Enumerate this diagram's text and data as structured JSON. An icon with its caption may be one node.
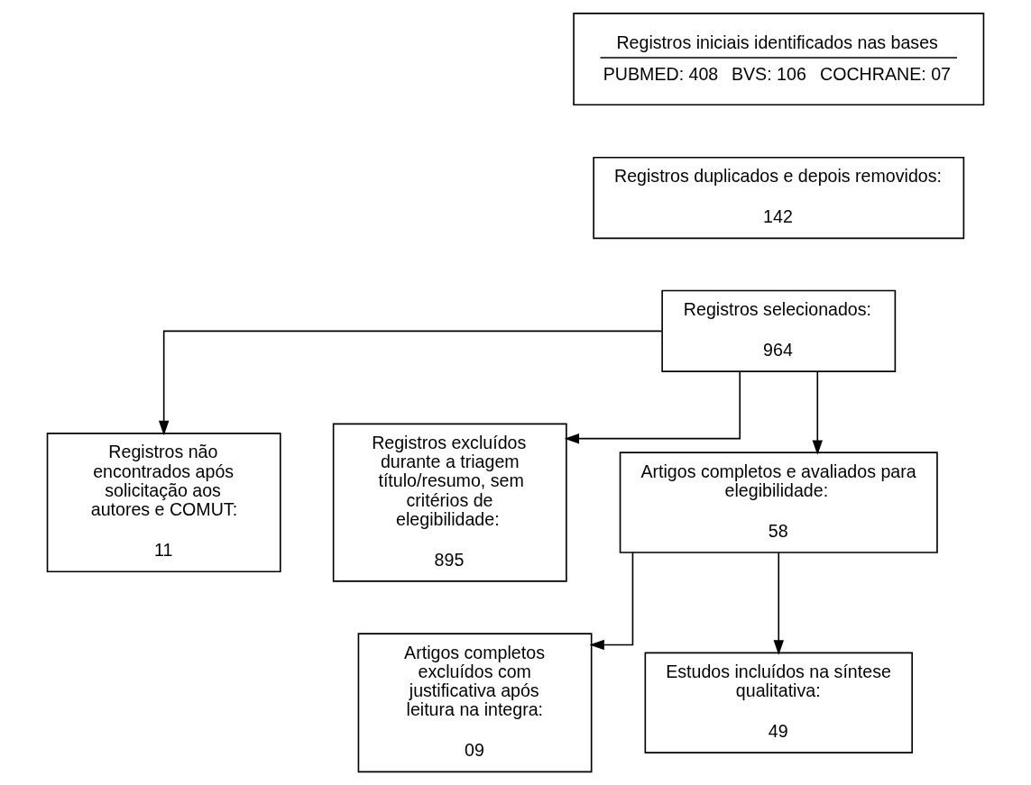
{
  "diagram": {
    "nodes": [
      {
        "text": [
          "Registros iniciais identificados nas bases",
          "PUBMED: 408",
          "BVS: 106",
          "COCHRANE: 07"
        ]
      },
      {
        "text": [
          "Registros duplicados e depois removidos:",
          "142"
        ]
      },
      {
        "text": [
          "Registros selecionados:",
          "964"
        ]
      },
      {
        "text": [
          "Registros não encontrados após solicitação aos autores e COMUT:",
          "11"
        ]
      },
      {
        "text": [
          "Registros excluídos durante a triagem título/resumo, sem critérios de elegibilidade:",
          "895"
        ]
      },
      {
        "text": [
          "Artigos completos e avaliados para elegibilidade:",
          "58"
        ]
      },
      {
        "text": [
          "Artigos completos excluídos com justificativa após leitura na integra:",
          "09"
        ]
      },
      {
        "text": [
          "Estudos incluídos na síntese qualitativa:",
          "49"
        ]
      }
    ],
    "edges": [
      {
        "from": 2,
        "to": 3,
        "arrow": "to"
      },
      {
        "from": 2,
        "to": 5,
        "arrow": "to"
      },
      {
        "from": 2,
        "to": 4,
        "arrow": "to"
      },
      {
        "from": 5,
        "to": 7,
        "arrow": "to"
      },
      {
        "from": 5,
        "to": 6,
        "arrow": "to"
      }
    ]
  }
}
